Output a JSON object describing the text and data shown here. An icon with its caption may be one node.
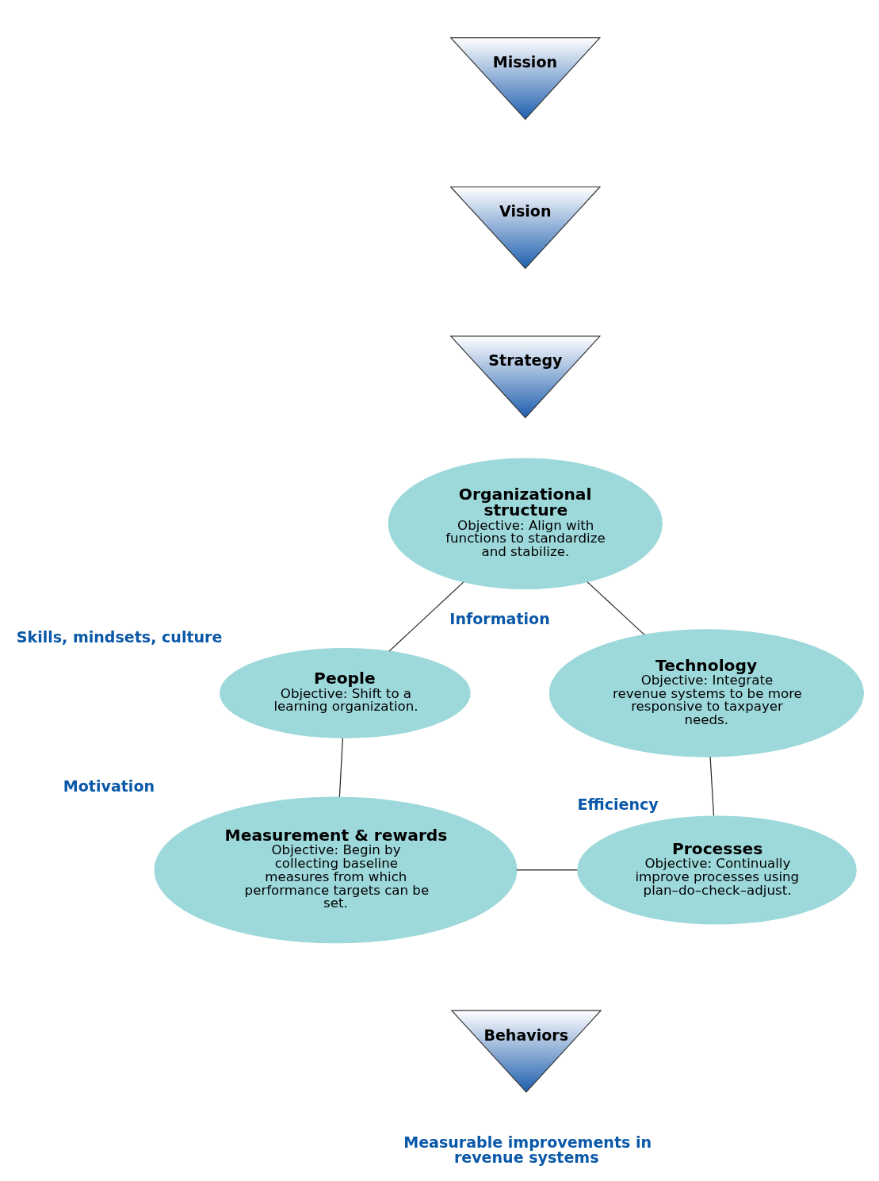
{
  "diagram": {
    "nodes": [
      {
        "text": [
          "Mission"
        ]
      },
      {
        "text": [
          "Vision"
        ]
      },
      {
        "text": [
          "Strategy"
        ]
      },
      {
        "text": [
          "Organizational structure",
          "Objective: Align with functions to standardize and stabilize."
        ]
      },
      {
        "text": [
          "People",
          "Objective: Shift to a learning organization."
        ],
        "beside": [
          "Skills, mindsets, culture"
        ]
      },
      {
        "text": [
          "Technology",
          "Objective: Integrate revenue systems to be more responsive to taxpayer needs."
        ],
        "beside": [
          "Information"
        ]
      },
      {
        "text": [
          "Measurement & rewards",
          "Objective: Begin by collecting baseline measures from which performance targets can be set."
        ],
        "beside": [
          "Motivation"
        ]
      },
      {
        "text": [
          "Processes",
          "Objective: Continually improve processes using plan–do–check–adjust."
        ],
        "beside": [
          "Efficiency"
        ]
      },
      {
        "text": [
          "Behaviors"
        ]
      }
    ],
    "edges": [
      {
        "from": 3,
        "to": 4,
        "arrow": "none"
      },
      {
        "from": 3,
        "to": 5,
        "arrow": "none"
      },
      {
        "from": 4,
        "to": 6,
        "arrow": "none"
      },
      {
        "from": 5,
        "to": 7,
        "arrow": "none"
      },
      {
        "from": 6,
        "to": 7,
        "arrow": "none"
      }
    ],
    "labels": [
      "Measurable improvements in revenue systems"
    ]
  }
}
